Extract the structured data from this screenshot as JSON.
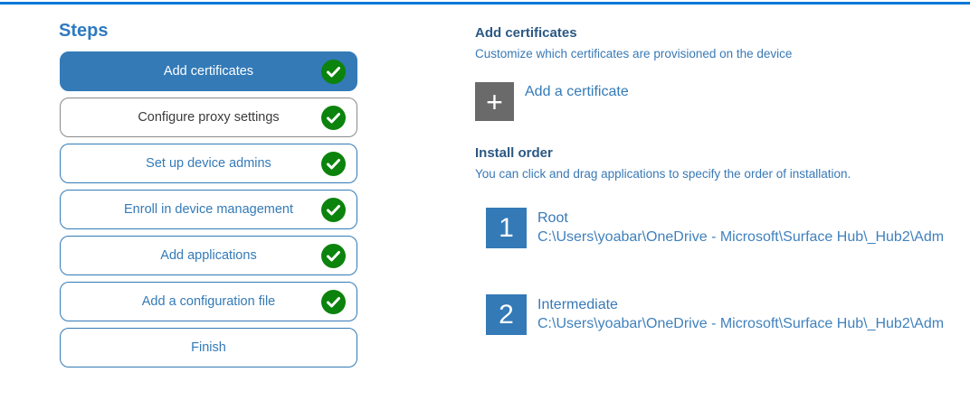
{
  "top_bar": {
    "accent_color": "#0078d7"
  },
  "colors": {
    "primary_blue": "#337ab7",
    "heading_dark_blue": "#2b5884",
    "body_blue": "#3879b6",
    "check_green": "#0c830c",
    "plus_square_gray": "#6a6a6a"
  },
  "icons": {
    "plus": "+",
    "check": "check-icon"
  },
  "steps_panel": {
    "title": "Steps",
    "items": [
      {
        "label": "Add certificates",
        "state": "active",
        "checked": true
      },
      {
        "label": "Configure proxy settings",
        "state": "neutral",
        "checked": true
      },
      {
        "label": "Set up device admins",
        "state": "normal",
        "checked": true
      },
      {
        "label": "Enroll in device management",
        "state": "normal",
        "checked": true
      },
      {
        "label": "Add applications",
        "state": "normal",
        "checked": true
      },
      {
        "label": "Add a configuration file",
        "state": "normal",
        "checked": true
      },
      {
        "label": "Finish",
        "state": "normal",
        "checked": false
      }
    ]
  },
  "content": {
    "heading": "Add certificates",
    "description": "Customize which certificates are provisioned on the device",
    "add_certificate": {
      "label": "Add a certificate"
    },
    "install_order": {
      "heading": "Install order",
      "description": "You can click and drag applications to specify the order of installation.",
      "items": [
        {
          "number": "1",
          "name": "Root",
          "path": "C:\\Users\\yoabar\\OneDrive - Microsoft\\Surface Hub\\_Hub2\\Adm"
        },
        {
          "number": "2",
          "name": "Intermediate",
          "path": "C:\\Users\\yoabar\\OneDrive - Microsoft\\Surface Hub\\_Hub2\\Adm"
        }
      ]
    }
  }
}
